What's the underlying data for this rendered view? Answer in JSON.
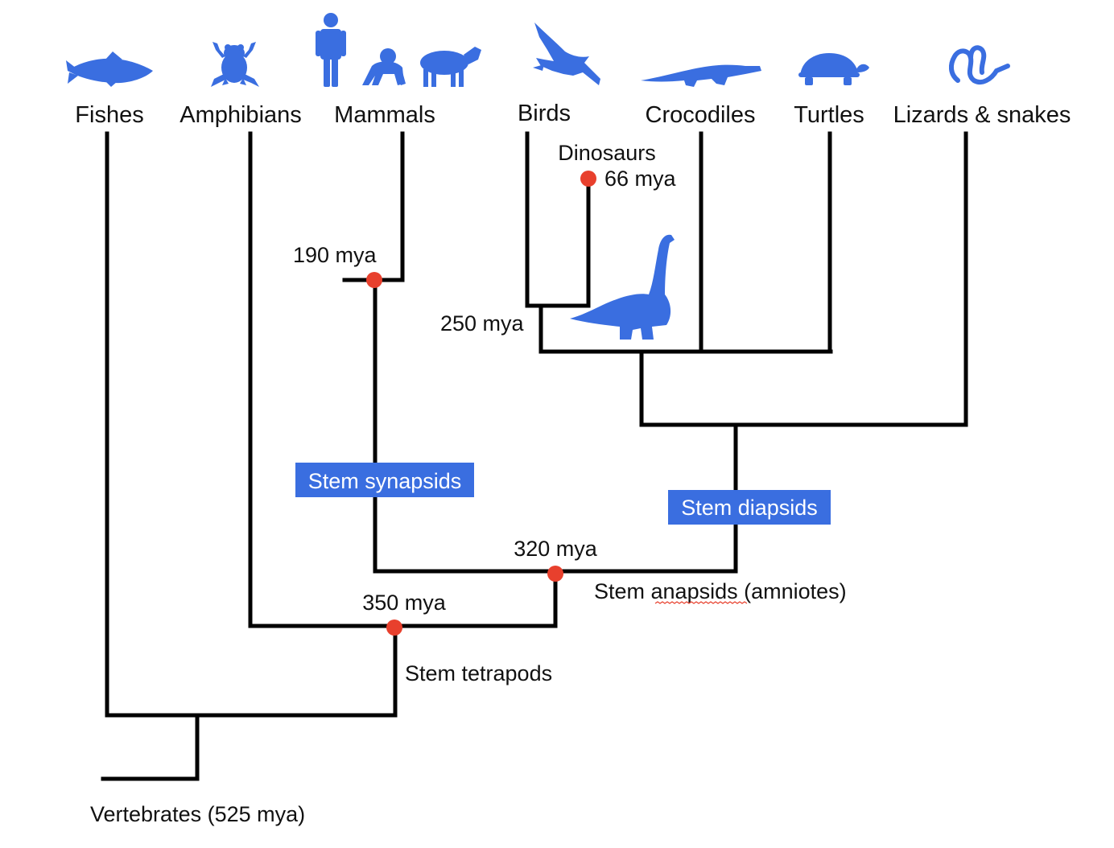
{
  "colors": {
    "silhouette": "#3a6ee0",
    "node": "#e8402d",
    "branch": "#000000",
    "box": "#3a6ee0"
  },
  "taxa": {
    "fishes": "Fishes",
    "amphibians": "Amphibians",
    "mammals": "Mammals",
    "birds": "Birds",
    "crocodiles": "Crocodiles",
    "turtles": "Turtles",
    "lizards_snakes": "Lizards & snakes"
  },
  "icons": {
    "fishes": "fish-icon",
    "amphibians": "frog-icon",
    "mammals": [
      "human-icon",
      "chimp-icon",
      "sheep-icon"
    ],
    "birds": "bird-icon",
    "crocodiles": "crocodile-icon",
    "turtles": "turtle-icon",
    "lizards_snakes": "snake-icon",
    "dinosaurs": "sauropod-icon"
  },
  "labels": {
    "dinosaurs": "Dinosaurs",
    "dino_extinction": "66 mya",
    "mammal_node": "190 mya",
    "archosaur_node": "250 mya",
    "amniote_node": "320 mya",
    "tetrapod_node": "350 mya",
    "stem_anapsids": "Stem anapsids (amniotes)",
    "stem_tetrapods": "Stem tetrapods",
    "root": "Vertebrates (525 mya)"
  },
  "boxes": {
    "stem_synapsids": "Stem synapsids",
    "stem_diapsids": "Stem diapsids"
  }
}
